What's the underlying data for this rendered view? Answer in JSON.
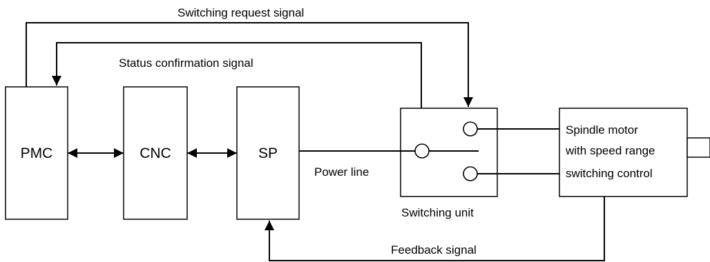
{
  "blocks": {
    "pmc": "PMC",
    "cnc": "CNC",
    "sp": "SP",
    "switching_unit_caption": "Switching unit",
    "motor_lines": [
      "Spindle motor",
      "with speed range",
      "switching control"
    ]
  },
  "signals": {
    "switching_request": "Switching request signal",
    "status_confirmation": "Status confirmation signal",
    "power_line": "Power line",
    "feedback": "Feedback signal"
  },
  "colors": {
    "line": "#000000",
    "background": "#ffffff"
  }
}
